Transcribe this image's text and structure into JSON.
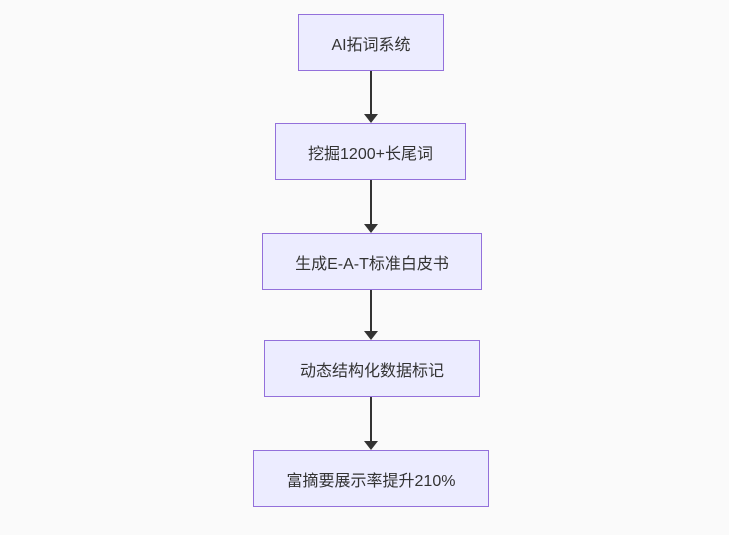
{
  "diagram": {
    "type": "flowchart",
    "direction": "top-to-bottom",
    "style": {
      "canvas_background": "#fafafa",
      "node_fill": "#ececff",
      "node_border": "#9370db",
      "node_text_color": "#333333",
      "arrow_color": "#333333"
    },
    "nodes": [
      {
        "label": "AI拓词系统"
      },
      {
        "label": "挖掘1200+长尾词"
      },
      {
        "label": "生成E-A-T标准白皮书"
      },
      {
        "label": "动态结构化数据标记"
      },
      {
        "label": "富摘要展示率提升210%"
      }
    ],
    "edges": [
      {
        "from": "AI拓词系统",
        "to": "挖掘1200+长尾词"
      },
      {
        "from": "挖掘1200+长尾词",
        "to": "生成E-A-T标准白皮书"
      },
      {
        "from": "生成E-A-T标准白皮书",
        "to": "动态结构化数据标记"
      },
      {
        "from": "动态结构化数据标记",
        "to": "富摘要展示率提升210%"
      }
    ]
  }
}
